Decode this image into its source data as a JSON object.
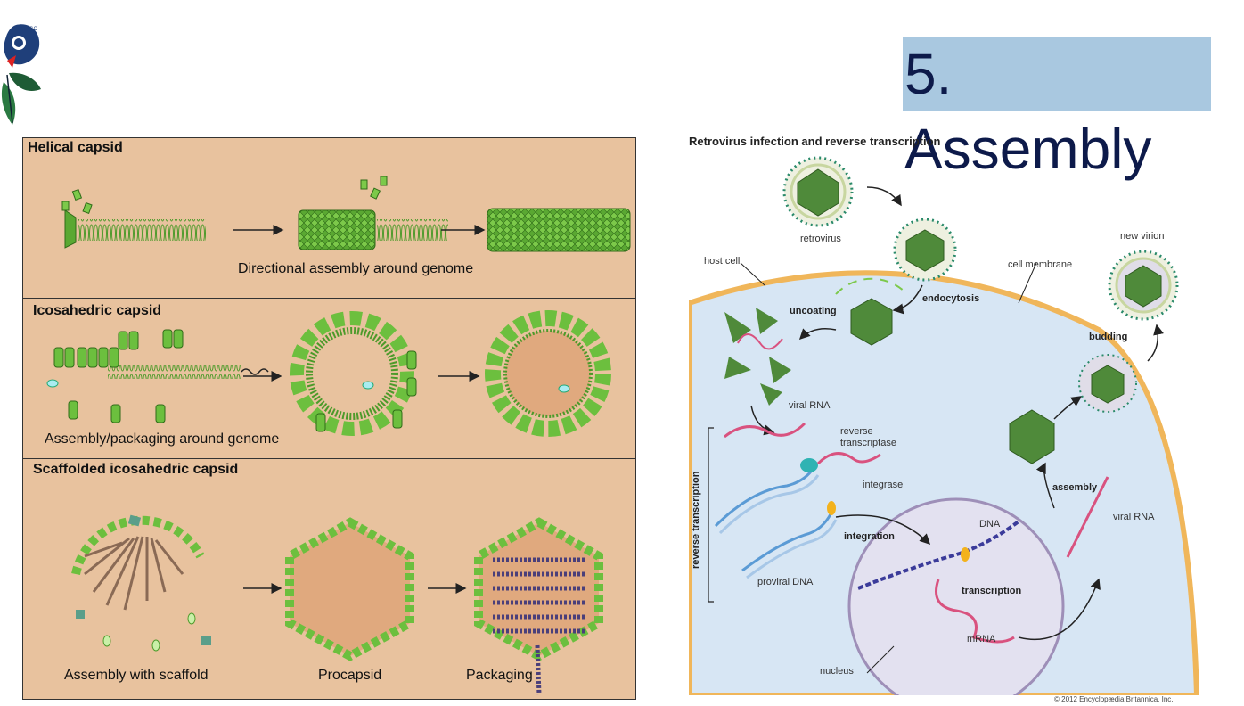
{
  "slide": {
    "title": "5. Assembly",
    "colors": {
      "title_bg": "#a9c8e0",
      "title_text": "#0d1a4a",
      "panel_bg": "#e8c29e",
      "capsid_green": "#6cbf3e",
      "cell_blue": "#d7e6f4",
      "membrane_orange": "#f0b65a"
    }
  },
  "logo": {
    "text": "ATAGC",
    "icon": "leaf-logo-icon"
  },
  "left_figure": {
    "sections": [
      {
        "title": "Helical capsid",
        "caption": "Directional assembly around genome"
      },
      {
        "title": "Icosahedric capsid",
        "caption": "Assembly/packaging around genome"
      },
      {
        "title": "Scaffolded icosahedric capsid",
        "captions": [
          "Assembly with scaffold",
          "Procapsid",
          "Packaging"
        ]
      }
    ]
  },
  "right_figure": {
    "title": "Retrovirus infection and reverse transcription",
    "labels": {
      "retrovirus": "retrovirus",
      "host_cell": "host cell",
      "cell_membrane": "cell membrane",
      "new_virion": "new virion",
      "endocytosis": "endocytosis",
      "uncoating": "uncoating",
      "budding": "budding",
      "viral_rna_1": "viral RNA",
      "reverse_transcriptase": "reverse\ntranscriptase",
      "integrase": "integrase",
      "reverse_transcription": "reverse transcription",
      "integration": "integration",
      "dna": "DNA",
      "proviral_dna": "proviral DNA",
      "transcription": "transcription",
      "mrna": "mRNA",
      "nucleus": "nucleus",
      "assembly": "assembly",
      "viral_rna_2": "viral RNA"
    },
    "copyright": "© 2012 Encyclopædia Britannica, Inc."
  }
}
